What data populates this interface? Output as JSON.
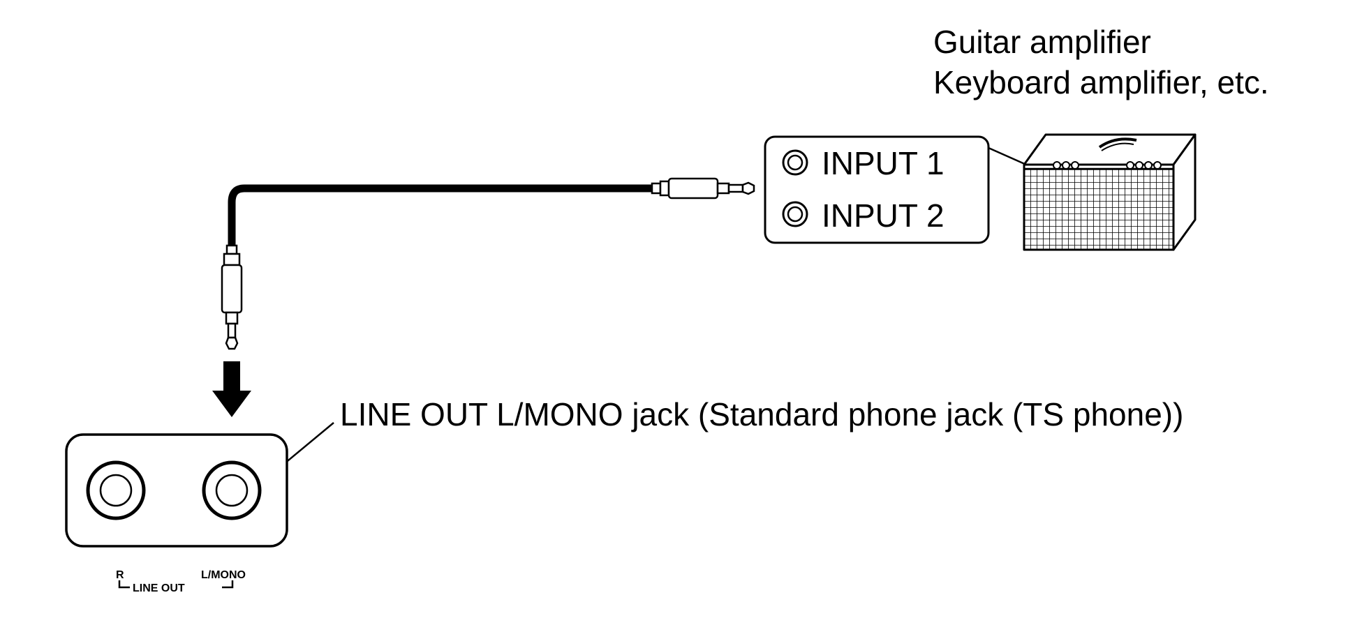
{
  "amplifier": {
    "label_line1": "Guitar amplifier",
    "label_line2": "Keyboard amplifier, etc.",
    "inputs": [
      "INPUT 1",
      "INPUT 2"
    ]
  },
  "line_out_panel": {
    "callout": "LINE OUT L/MONO jack (Standard phone jack (TS phone))",
    "jack_r_label": "R",
    "jack_l_label": "L/MONO",
    "group_label": "LINE OUT"
  }
}
